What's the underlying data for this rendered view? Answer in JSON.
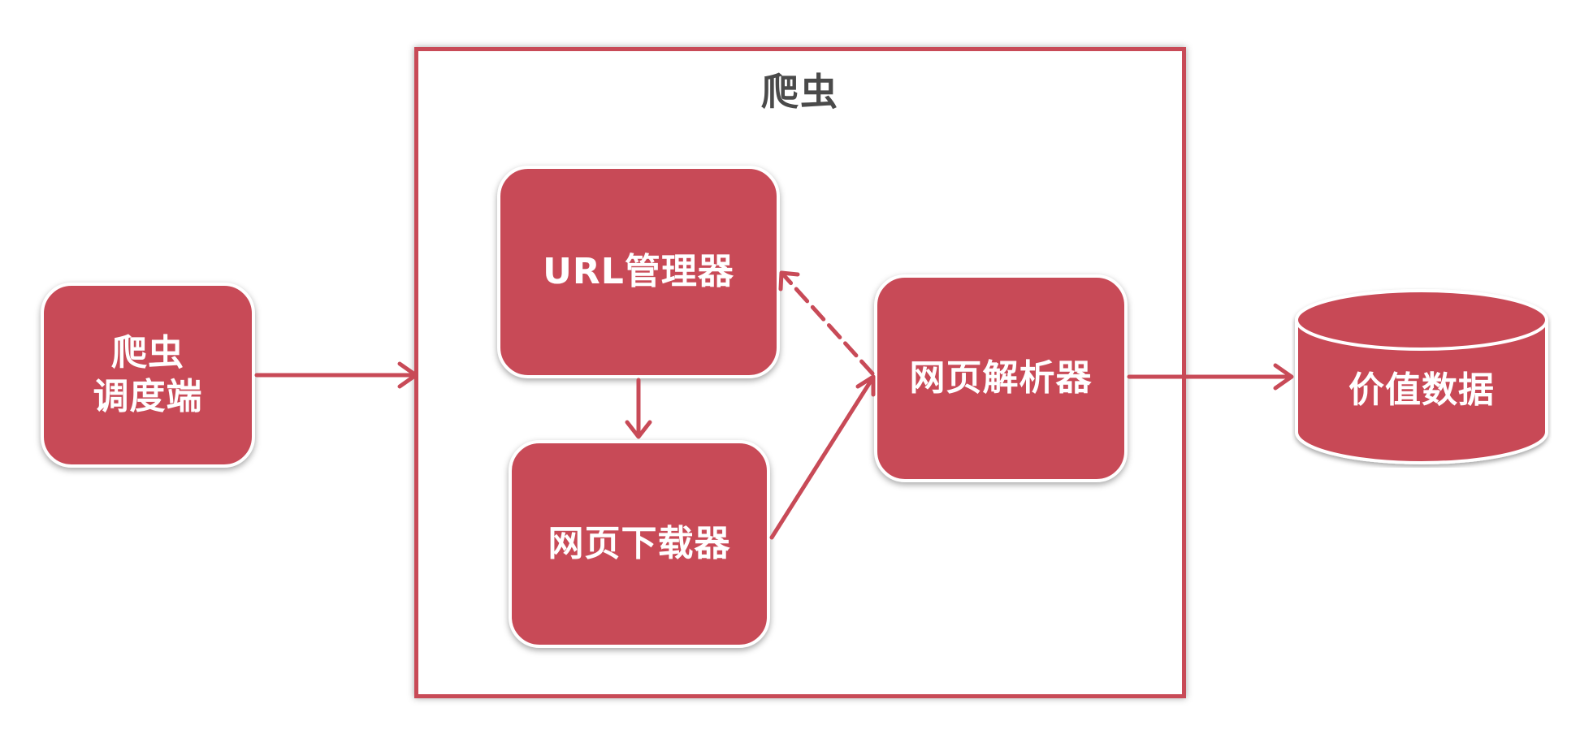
{
  "diagram": {
    "container_title": "爬虫",
    "nodes": {
      "scheduler": {
        "line1": "爬虫",
        "line2": "调度端"
      },
      "url_manager": {
        "label": "URL管理器"
      },
      "downloader": {
        "label": "网页下载器"
      },
      "parser": {
        "label": "网页解析器"
      },
      "value_data": {
        "label": "价值数据"
      }
    },
    "edges": [
      {
        "from": "scheduler",
        "to": "container",
        "style": "solid"
      },
      {
        "from": "url_manager",
        "to": "downloader",
        "style": "solid"
      },
      {
        "from": "downloader",
        "to": "parser",
        "style": "solid"
      },
      {
        "from": "parser",
        "to": "url_manager",
        "style": "dashed"
      },
      {
        "from": "parser",
        "to": "value_data",
        "style": "solid"
      }
    ],
    "colors": {
      "node_fill": "#c84a57",
      "node_text": "#ffffff",
      "title_text": "#4a4a4a",
      "arrow": "#c84a57"
    }
  }
}
